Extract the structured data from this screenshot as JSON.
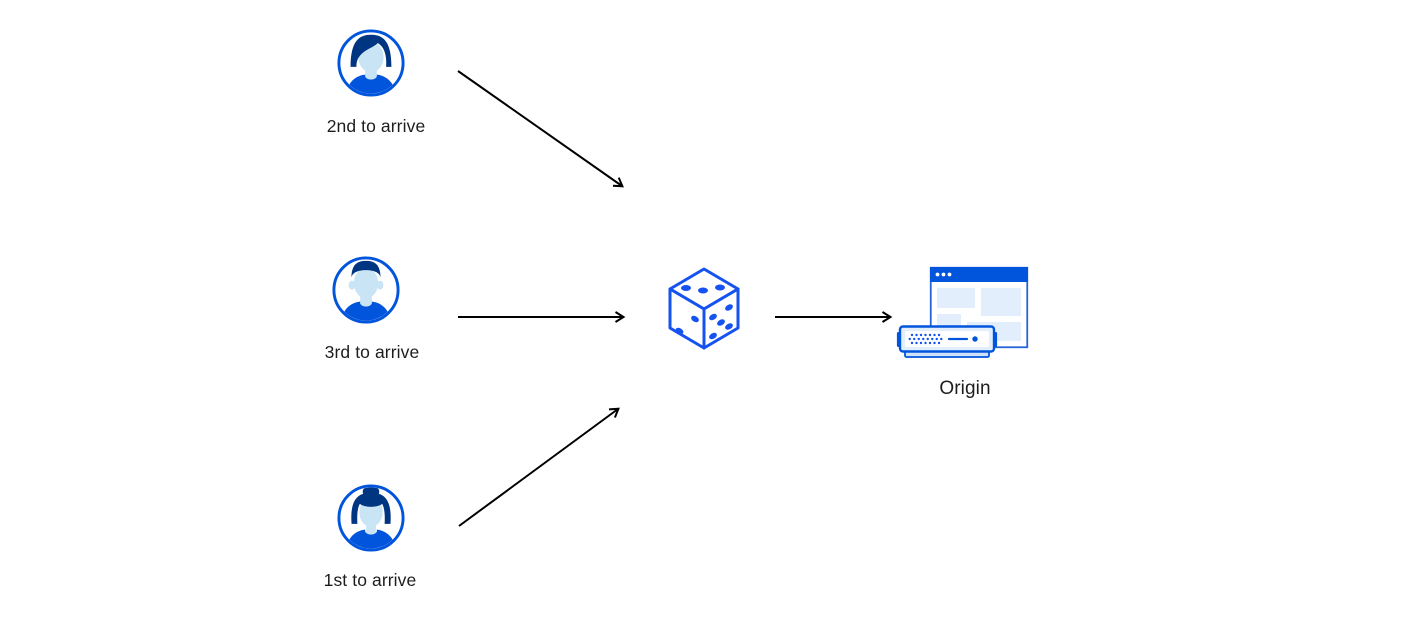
{
  "diagram": {
    "title": "random-steering-to-origin",
    "clients": [
      {
        "label": "2nd to arrive",
        "icon": "avatar-user-swept-hair-icon"
      },
      {
        "label": "3rd to arrive",
        "icon": "avatar-user-short-hair-icon"
      },
      {
        "label": "1st to arrive",
        "icon": "avatar-user-bun-hair-icon"
      }
    ],
    "randomizer": {
      "icon": "dice-icon"
    },
    "origin": {
      "label": "Origin",
      "icon": "origin-browser-and-server-icon"
    },
    "flows": [
      {
        "from": "2nd to arrive",
        "to": "dice"
      },
      {
        "from": "3rd to arrive",
        "to": "dice"
      },
      {
        "from": "1st to arrive",
        "to": "dice"
      },
      {
        "from": "dice",
        "to": "Origin"
      }
    ],
    "colors": {
      "brand_blue": "#0055dc",
      "dice_blue": "#1652f0",
      "hair_navy": "#003681",
      "face_light_blue": "#c9e4f5",
      "pale_blue": "#e3eefc",
      "arrow_black": "#000000",
      "label_text": "#1d1d1f",
      "background": "#ffffff"
    }
  }
}
